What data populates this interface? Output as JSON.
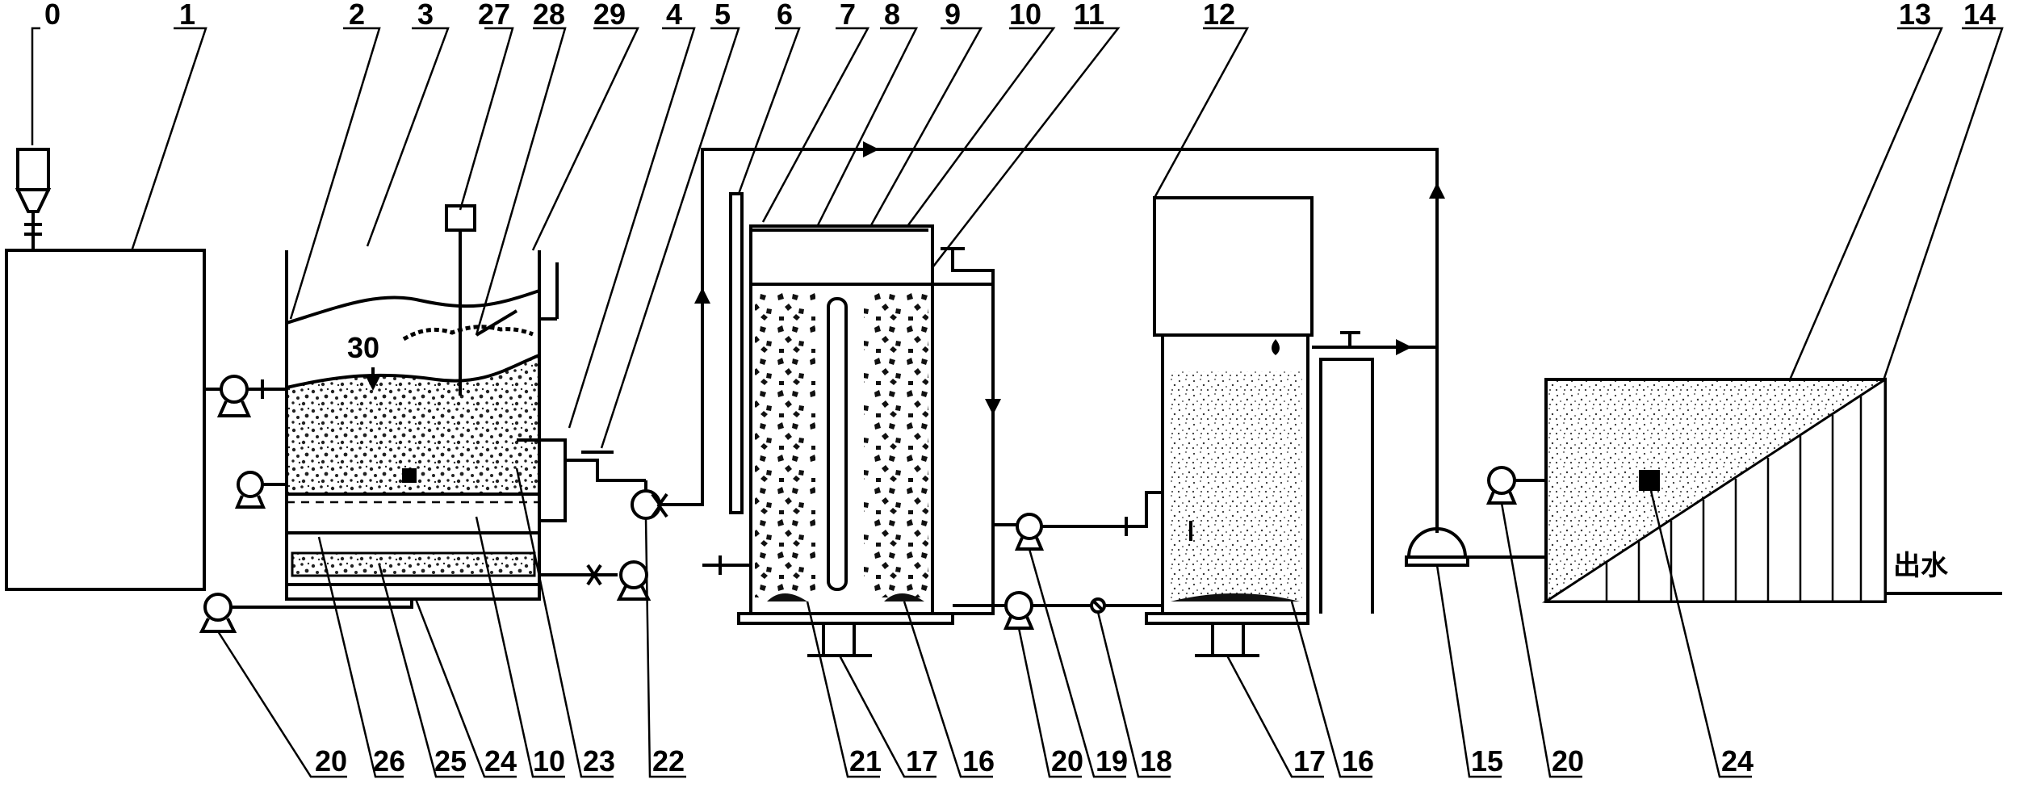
{
  "outlet_label": "出水",
  "top_labels": [
    "0",
    "1",
    "2",
    "3",
    "27",
    "28",
    "29",
    "4",
    "5",
    "6",
    "7",
    "8",
    "9",
    "10",
    "11",
    "12",
    "13",
    "14"
  ],
  "bottom_labels": [
    "20",
    "26",
    "25",
    "24",
    "10",
    "23",
    "22",
    "21",
    "17",
    "16",
    "20",
    "19",
    "18",
    "17",
    "16",
    "15",
    "20",
    "24"
  ],
  "inline_labels": [
    "30"
  ],
  "icons": [
    "dosing-bottle-icon",
    "pump-icon",
    "valve-icon",
    "flow-arrow-icon"
  ]
}
